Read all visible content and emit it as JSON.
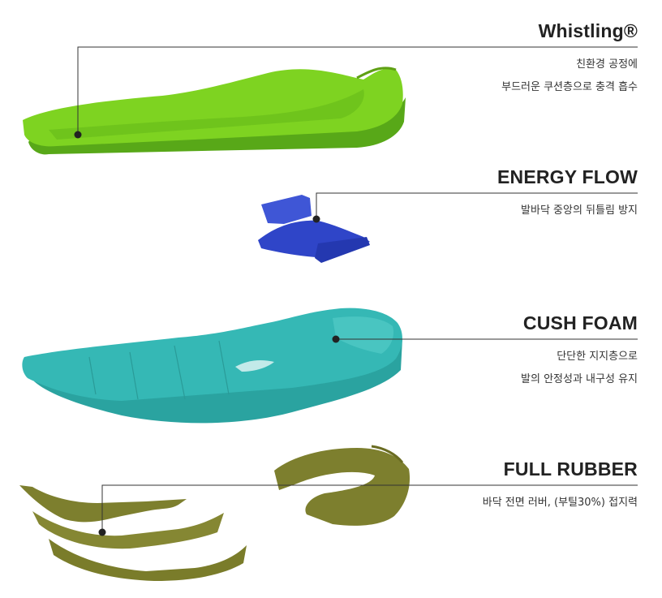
{
  "layers": [
    {
      "title": "Whistling®",
      "description": [
        "친환경 공정에",
        "부드러운 쿠션층으로 충격 흡수"
      ],
      "color": "#7ed321"
    },
    {
      "title": "ENERGY FLOW",
      "description": [
        "발바닥 중앙의 뒤틀림 방지"
      ],
      "color": "#2f45c8"
    },
    {
      "title": "CUSH FOAM",
      "description": [
        "단단한 지지층으로",
        "발의 안정성과 내구성 유지"
      ],
      "color": "#35b8b5"
    },
    {
      "title": "FULL RUBBER",
      "description": [
        "바닥 전면 러버, (부틸30%) 접지력"
      ],
      "color": "#7d7f2e"
    }
  ]
}
